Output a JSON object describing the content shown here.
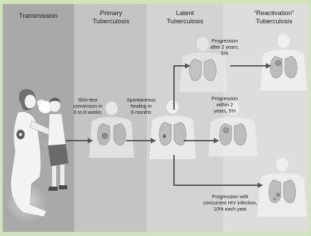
{
  "stages": {
    "transmission": "Transmission",
    "primary": [
      "Primary",
      "Tuberculosis"
    ],
    "latent": [
      "Latent",
      "Tuberculosis"
    ],
    "reactivation": [
      "“Reactivation”",
      "Tuberculosis"
    ]
  },
  "labels": {
    "skin_test": [
      "Skin-test",
      "conversion in",
      "6 to 8 weeks"
    ],
    "healing": [
      "Spontaneous",
      "healing in",
      "6 months"
    ],
    "after_2_years": [
      "Progression",
      "after 2 years,",
      "5%"
    ],
    "within_2_years": [
      "Progression",
      "within 2",
      "years, 5%"
    ],
    "hiv": [
      "Progression with",
      "concurrent HIV infection,",
      "10% each year"
    ]
  },
  "colors": {
    "frame": "#cfe3bd",
    "transmission_panel": "#a9a9a9",
    "primary_panel": "#c4c4c4",
    "latent_panel": "#d3d3d3",
    "reactivation_panel": "#dddddd",
    "arrow": "#555555",
    "figure_light": "#f4f4f4",
    "lung": "#b8b8b8"
  }
}
